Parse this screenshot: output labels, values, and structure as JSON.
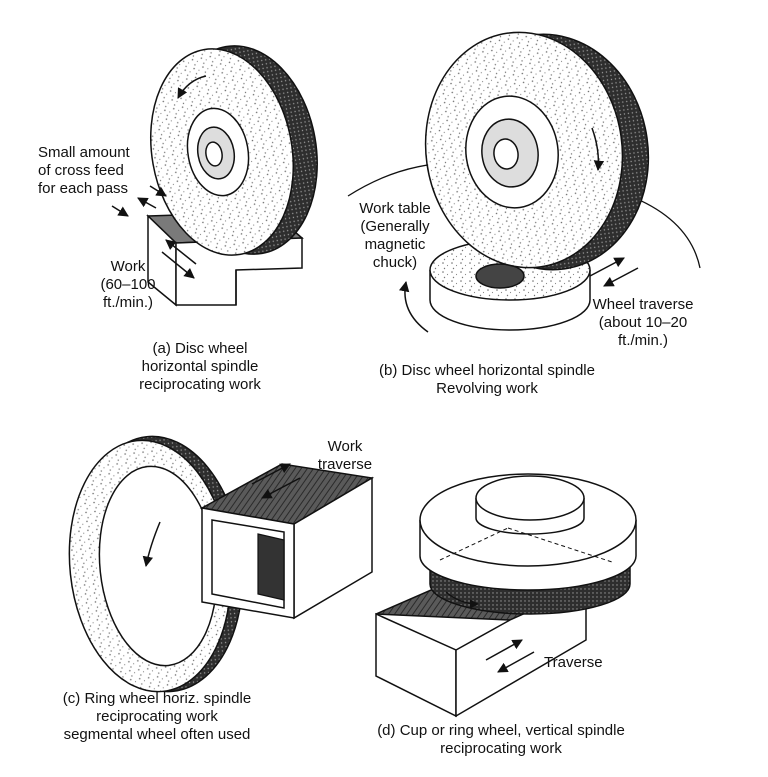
{
  "panels": {
    "a": {
      "annotations": {
        "cross_feed": [
          "Small amount",
          "of cross feed",
          "for each pass"
        ],
        "work": [
          "Work",
          "(60–100",
          "ft./min.)"
        ]
      },
      "caption": [
        "(a) Disc wheel",
        "horizontal spindle",
        "reciprocating work"
      ]
    },
    "b": {
      "annotations": {
        "work_table": [
          "Work table",
          "(Generally",
          "magnetic",
          "chuck)"
        ],
        "wheel_traverse": [
          "Wheel traverse",
          "(about 10–20",
          "ft./min.)"
        ]
      },
      "caption": [
        "(b) Disc wheel horizontal spindle",
        "Revolving work"
      ]
    },
    "c": {
      "annotations": {
        "work_traverse": [
          "Work",
          "traverse"
        ]
      },
      "caption": [
        "(c) Ring wheel horiz. spindle",
        "reciprocating work",
        "segmental wheel often used"
      ]
    },
    "d": {
      "annotations": {
        "traverse": [
          "Traverse"
        ]
      },
      "caption": [
        "(d) Cup or ring wheel, vertical spindle",
        "reciprocating work"
      ]
    }
  },
  "colors": {
    "ink": "#111111",
    "stipple": "#8a8a8a",
    "shade": "#555555"
  }
}
